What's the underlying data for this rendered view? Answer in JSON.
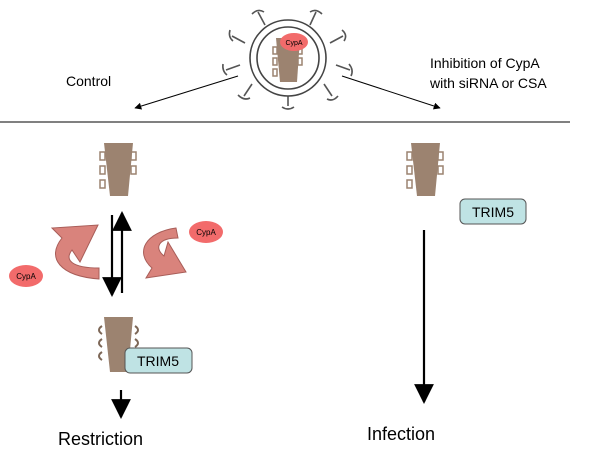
{
  "labels": {
    "control": "Control",
    "inhibition_line1": "Inhibition of CypA",
    "inhibition_line2": "with siRNA or CSA",
    "restriction": "Restriction",
    "infection": "Infection"
  },
  "proteins": {
    "cypa": "CypA",
    "trim5": "TRIM5"
  },
  "colors": {
    "capsid": "#9c8370",
    "capsid_dark": "#7d6757",
    "cypa": "#f26b6b",
    "trim5_fill": "#bfe3e4",
    "curved_arrow": "#d9837c",
    "line": "#000000"
  }
}
